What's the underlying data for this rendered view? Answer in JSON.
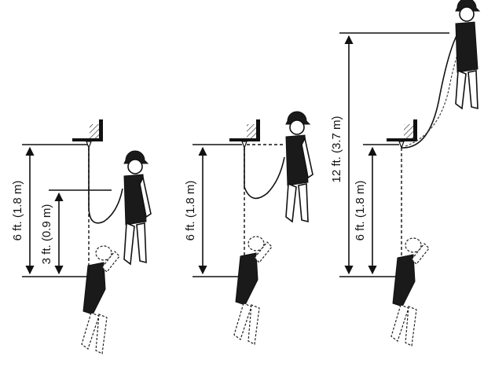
{
  "panels": [
    {
      "id": "left",
      "labels": {
        "free_fall": "6 ft. (1.8 m)",
        "deceleration": "3 ft. (0.9 m)"
      }
    },
    {
      "id": "middle",
      "labels": {
        "free_fall": "6 ft. (1.8 m)"
      }
    },
    {
      "id": "right",
      "labels": {
        "total": "12 ft. (3.7 m)",
        "free_fall": "6 ft. (1.8 m)"
      }
    }
  ],
  "colors": {
    "line": "#111111",
    "background": "#ffffff"
  }
}
